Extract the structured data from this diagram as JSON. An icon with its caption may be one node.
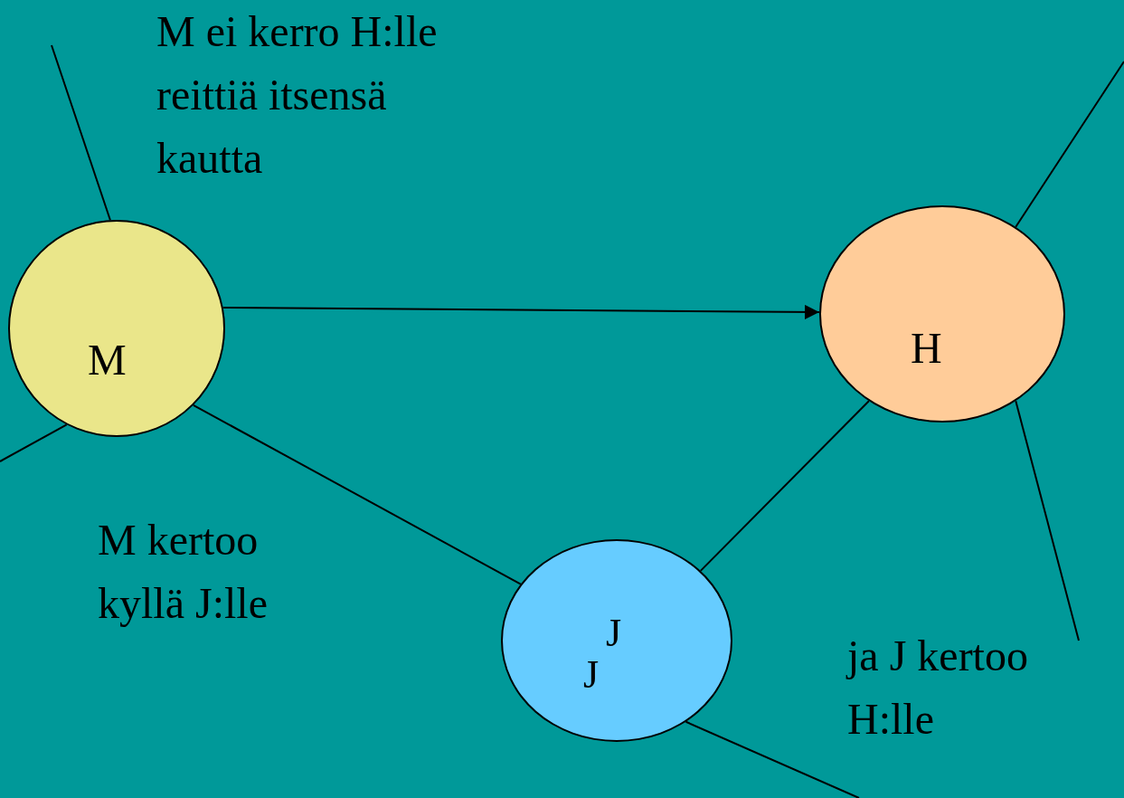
{
  "diagram": {
    "nodes": [
      {
        "text": [
          "M"
        ]
      },
      {
        "text": [
          "H"
        ]
      },
      {
        "text": [
          "J",
          "J"
        ]
      }
    ],
    "edges": [
      {
        "from": 0,
        "to": 1,
        "arrow": "to"
      },
      {
        "from": 0,
        "to": 2,
        "arrow": "none"
      },
      {
        "from": 2,
        "to": 1,
        "arrow": "none"
      },
      {
        "from": null,
        "to": 0,
        "arrow": "none"
      },
      {
        "from": 0,
        "to": null,
        "arrow": "none"
      },
      {
        "from": 1,
        "to": null,
        "arrow": "none"
      },
      {
        "from": 1,
        "to": null,
        "arrow": "none"
      },
      {
        "from": 2,
        "to": null,
        "arrow": "none"
      }
    ],
    "labels": [
      "M ei kerro H:lle reittiä itsensä kautta",
      "M kertoo kyllä J:lle",
      "ja J kertoo H:lle"
    ]
  }
}
